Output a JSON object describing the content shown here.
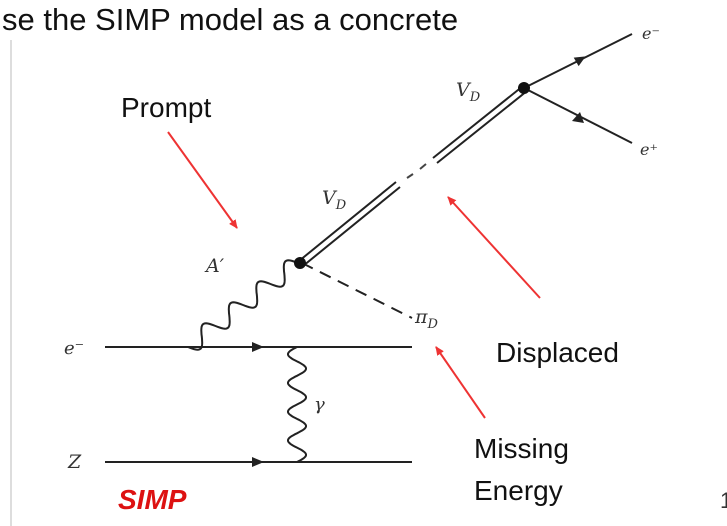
{
  "header_text": "se the SIMP model as a concrete",
  "labels": {
    "prompt": "Prompt",
    "displaced": "Displaced",
    "missing_line1": "Missing",
    "missing_line2": "Energy",
    "simp": "SIMP",
    "vd_top": "V",
    "vd_top_sub": "D",
    "vd_mid": "V",
    "vd_mid_sub": "D",
    "a_prime": "A′",
    "pi_d": "π",
    "pi_d_sub": "D",
    "gamma": "γ",
    "e_minus_in": "e⁻",
    "z": "Z",
    "e_minus_out": "e⁻",
    "e_plus_out": "e⁺"
  },
  "page_number": "1",
  "colors": {
    "arrow": "#ee3333",
    "simp": "#dd1111",
    "line": "#222222"
  }
}
